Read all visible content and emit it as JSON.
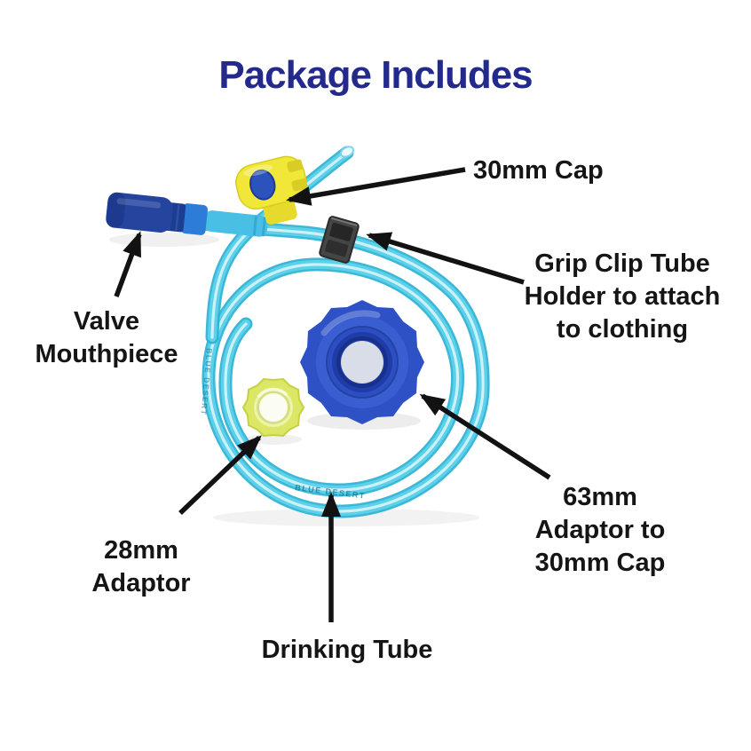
{
  "title": "Package Includes",
  "colors": {
    "title_navy": "#232a8c",
    "label_black": "#151515",
    "arrow_black": "#121212",
    "tube_cyan": "#45c8e2",
    "cap_yellow": "#f0e635",
    "cap_center_blue": "#2c52bc",
    "adaptor_63mm_blue": "#2e52c6",
    "adaptor_28mm_lime": "#dbe765",
    "valve_navy": "#24449e",
    "valve_collar_blue": "#2d7cd8",
    "clip_gray": "#404040",
    "background": "#ffffff"
  },
  "labels": {
    "cap_30mm": {
      "text": "30mm Cap"
    },
    "grip_clip": {
      "lines": [
        "Grip Clip Tube",
        "Holder to attach",
        "to clothing"
      ]
    },
    "valve": {
      "lines": [
        "Valve",
        "Mouthpiece"
      ]
    },
    "adaptor_28mm": {
      "lines": [
        "28mm",
        "Adaptor"
      ]
    },
    "adaptor_63mm": {
      "lines": [
        "63mm",
        "Adaptor to",
        "30mm Cap"
      ]
    },
    "drinking_tube": {
      "text": "Drinking Tube"
    }
  },
  "photo": {
    "tube_branding": "BLUE DESERT"
  }
}
